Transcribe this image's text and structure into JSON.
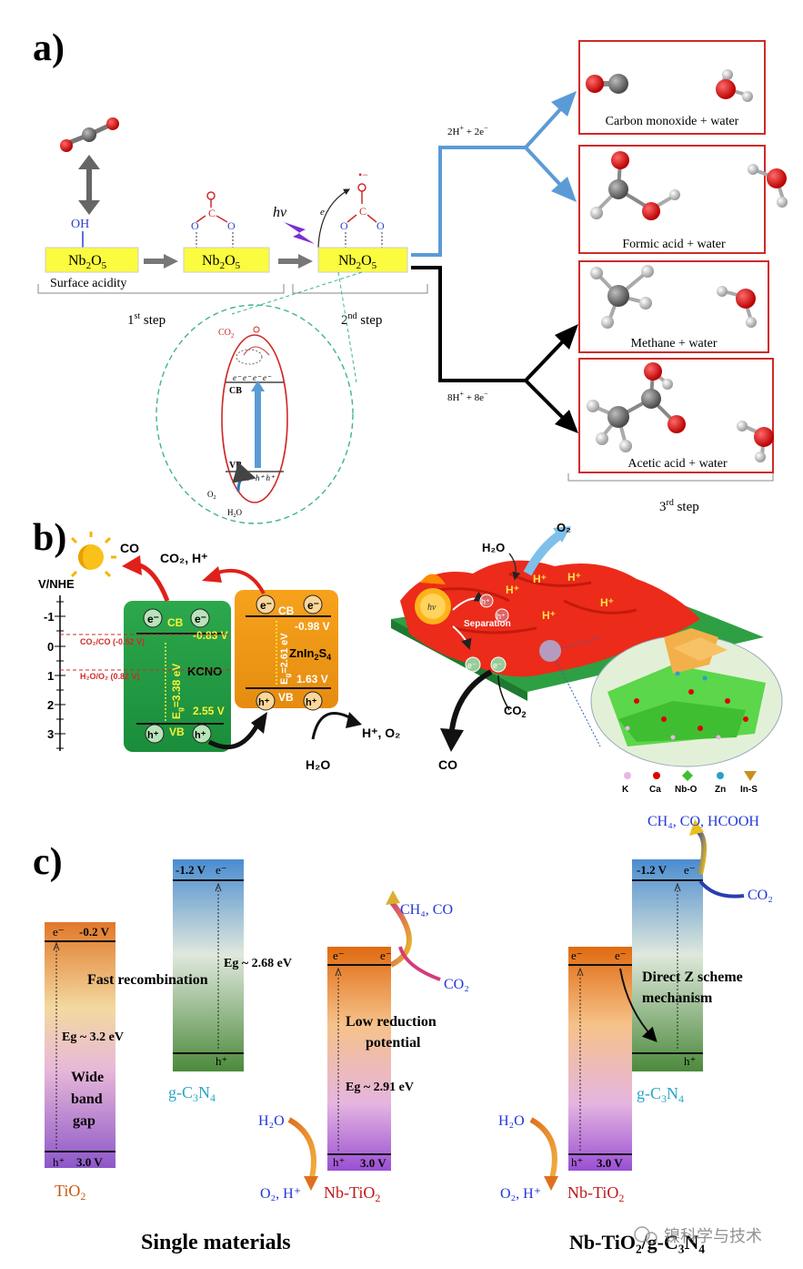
{
  "panel_a": {
    "letter": "a)",
    "surface_text": "Nb",
    "surface_sub": "2",
    "surface_text2": "O",
    "surface_sub2": "5",
    "oh": "OH",
    "surface_acidity": "Surface acidity",
    "hv": "hv",
    "e_minus": "e",
    "step1": "1",
    "step1_sup": "st",
    "step1_rest": " step",
    "step2": "2",
    "step2_sup": "nd",
    "step2_rest": " step",
    "step3": "3",
    "step3_sup": "rd",
    "step3_rest": " step",
    "branch_top": "2H",
    "branch_top_rest": " + 2e",
    "branch_bottom": "8H",
    "branch_bottom_rest": " + 8e",
    "inset_co2": "CO",
    "inset_cb": "CB",
    "inset_vb": "VB",
    "inset_o2": "O",
    "inset_h2o": "H",
    "products": [
      "Carbon monoxide + water",
      "Formic acid + water",
      "Methane + water",
      "Acetic acid + water"
    ]
  },
  "panel_b": {
    "letter": "b)",
    "axis_title": "V/NHE",
    "ticks": [
      "-1",
      "0",
      "1",
      "2",
      "3"
    ],
    "co2co_label": "CO₂/CO (-0.52 V)",
    "h2oo2_label": "H₂O/O₂ (0.82 V)",
    "kcno": {
      "name": "KCNO",
      "cb": "CB",
      "vb": "VB",
      "cb_v": "-0.83 V",
      "vb_v": "2.55 V",
      "eg": "E",
      "eg_rest": "=3.38 eV"
    },
    "znins": {
      "name": "ZnIn",
      "name_sub1": "2",
      "name_mid": "S",
      "name_sub2": "4",
      "cb": "CB",
      "vb": "VB",
      "cb_v": "-0.98 V",
      "vb_v": "1.63 V",
      "eg": "E",
      "eg_rest": "=2.61 eV"
    },
    "co": "CO",
    "co2h": "CO₂, H⁺",
    "h_o2": "H⁺, O₂",
    "h2o": "H₂O",
    "right_h2o": "H₂O",
    "right_o2": "O₂",
    "right_co2": "CO₂",
    "right_co": "CO",
    "separation": "Separation",
    "hv": "hv",
    "h_plus": "H⁺",
    "legend": [
      "K",
      "Ca",
      "Nb-O",
      "Zn",
      "In-S"
    ]
  },
  "panel_c": {
    "letter": "c)",
    "tio2": {
      "cb_v": "-0.2 V",
      "vb_v": "3.0 V",
      "eg": "Eg ~ 3.2 eV",
      "wide": [
        "Wide",
        "band",
        "gap"
      ],
      "name": "TiO",
      "name_sub": "2"
    },
    "gcn": {
      "cb_v": "-1.2 V",
      "eg": "Eg ~ 2.68 eV",
      "name": "g-C",
      "name_sub": "3",
      "name_n": "N",
      "name_sub2": "4"
    },
    "fast_recombination": "Fast recombination",
    "nbtio2": {
      "vb_v": "3.0 V",
      "eg": "Eg ~ 2.91 eV",
      "low": [
        "Low reduction",
        "potential"
      ],
      "name": "Nb-TiO",
      "name_sub": "2"
    },
    "ch4co": "CH₄, CO",
    "co2": "CO₂",
    "h2o": "H₂O",
    "o2h": "O₂, H⁺",
    "right_products": "CH₄, CO, HCOOH",
    "right_co2": "CO₂",
    "right_cb_v": "-1.2 V",
    "right_vb_v": "3.0 V",
    "direct_z": [
      "Direct Z scheme",
      "mechanism"
    ],
    "single_materials": "Single materials",
    "composite": "Nb-TiO₂/g-C₃N₄",
    "watermark": "镍科学与技术",
    "e": "e⁻",
    "h": "h⁺"
  }
}
